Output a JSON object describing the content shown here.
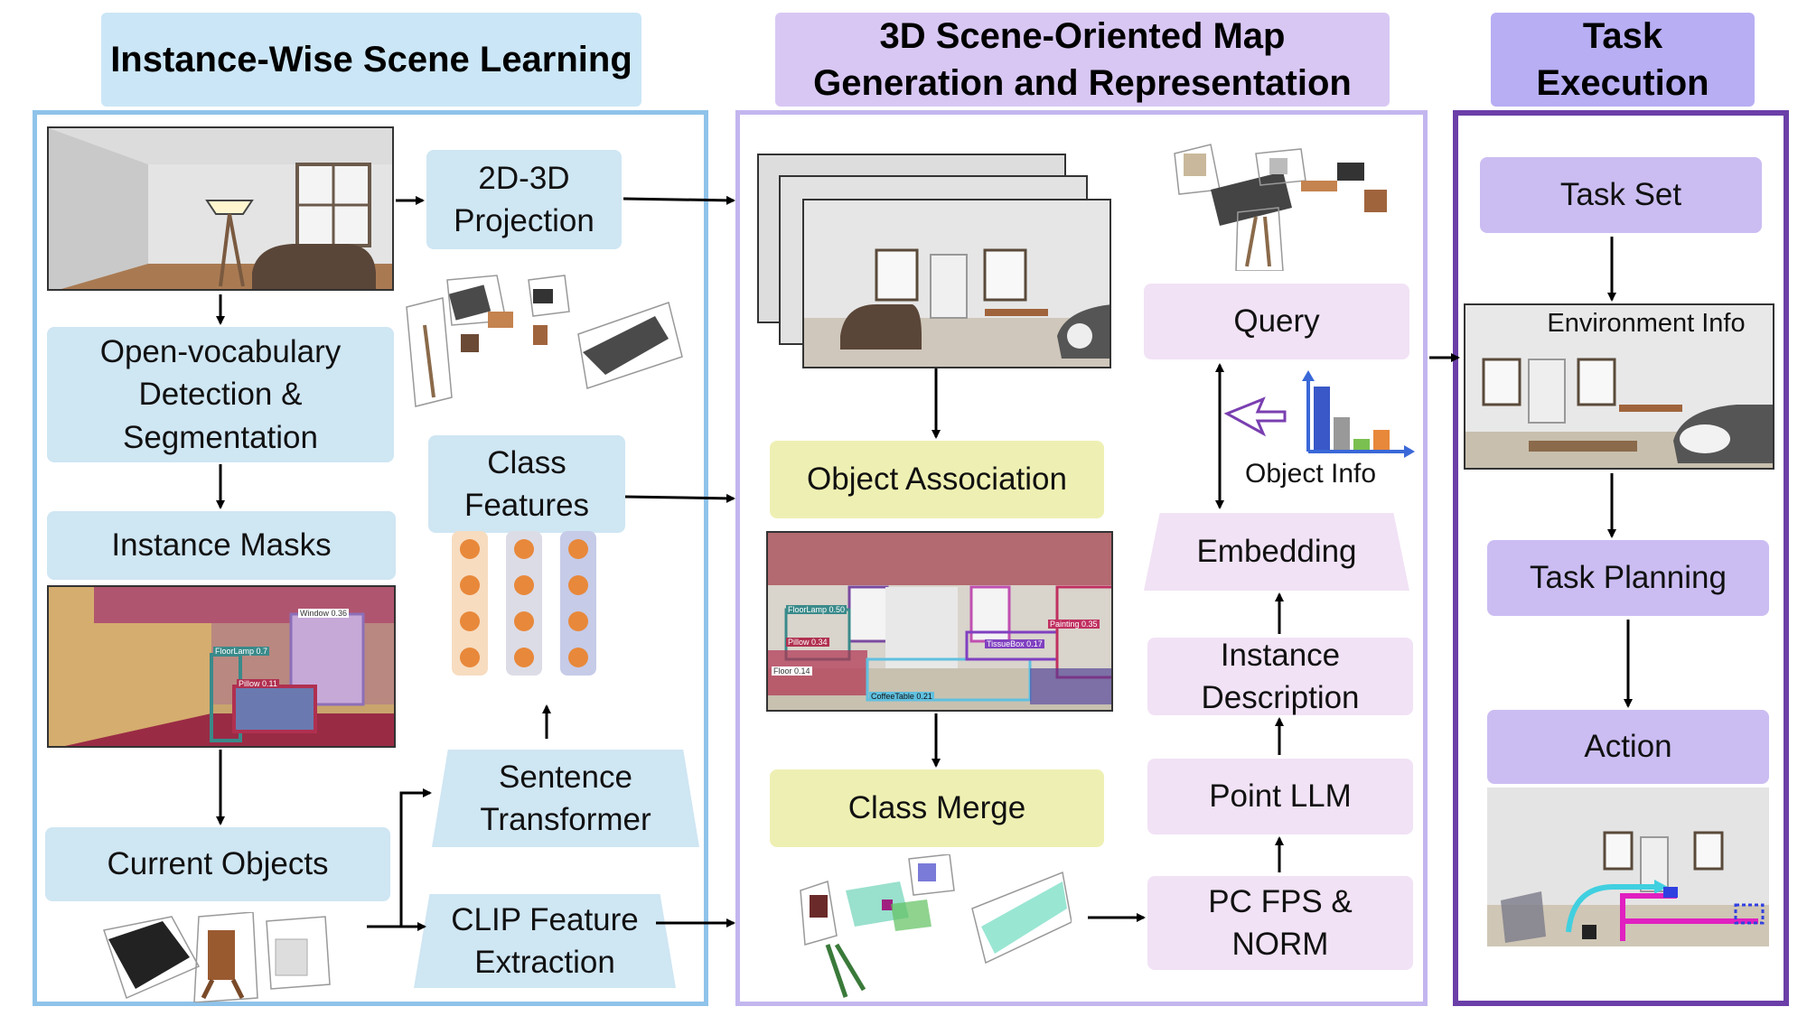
{
  "sections": {
    "left_title": "Instance-Wise Scene Learning",
    "middle_title": "3D Scene-Oriented Map\nGeneration and Representation",
    "right_title": "Task\nExecution"
  },
  "left": {
    "projection": "2D-3D\nProjection",
    "detection": "Open-vocabulary\nDetection &\nSegmentation",
    "instance_masks": "Instance Masks",
    "class_features": "Class\nFeatures",
    "sentence_transformer": "Sentence\nTransformer",
    "current_objects": "Current Objects",
    "clip": "CLIP Feature\nExtraction",
    "mask_labels": [
      "Window 0.36",
      "FloorLamp 0.7",
      "Pillow 0.11"
    ]
  },
  "middle": {
    "object_association": "Object Association",
    "class_merge": "Class Merge",
    "query": "Query",
    "object_info": "Object Info",
    "embedding": "Embedding",
    "instance_description": "Instance\nDescription",
    "point_llm": "Point LLM",
    "pc_fps": "PC FPS &\nNORM",
    "det_labels": [
      "FloorLamp 0.50",
      "Pillow 0.34",
      "Floor 0.14",
      "CoffeeTable 0.21",
      "TissueBox 0.17",
      "Painting 0.35"
    ]
  },
  "right": {
    "task_set": "Task Set",
    "environment_info": "Environment Info",
    "task_planning": "Task Planning",
    "action": "Action"
  },
  "colors": {
    "left_border": "#8fc3ea",
    "middle_border": "#c3b6ef",
    "right_border": "#6b3fa8",
    "left_header": "#cbe6f6",
    "middle_header": "#d8c7f3",
    "right_header": "#b7aef3",
    "bead_orange": "#e8883a"
  }
}
